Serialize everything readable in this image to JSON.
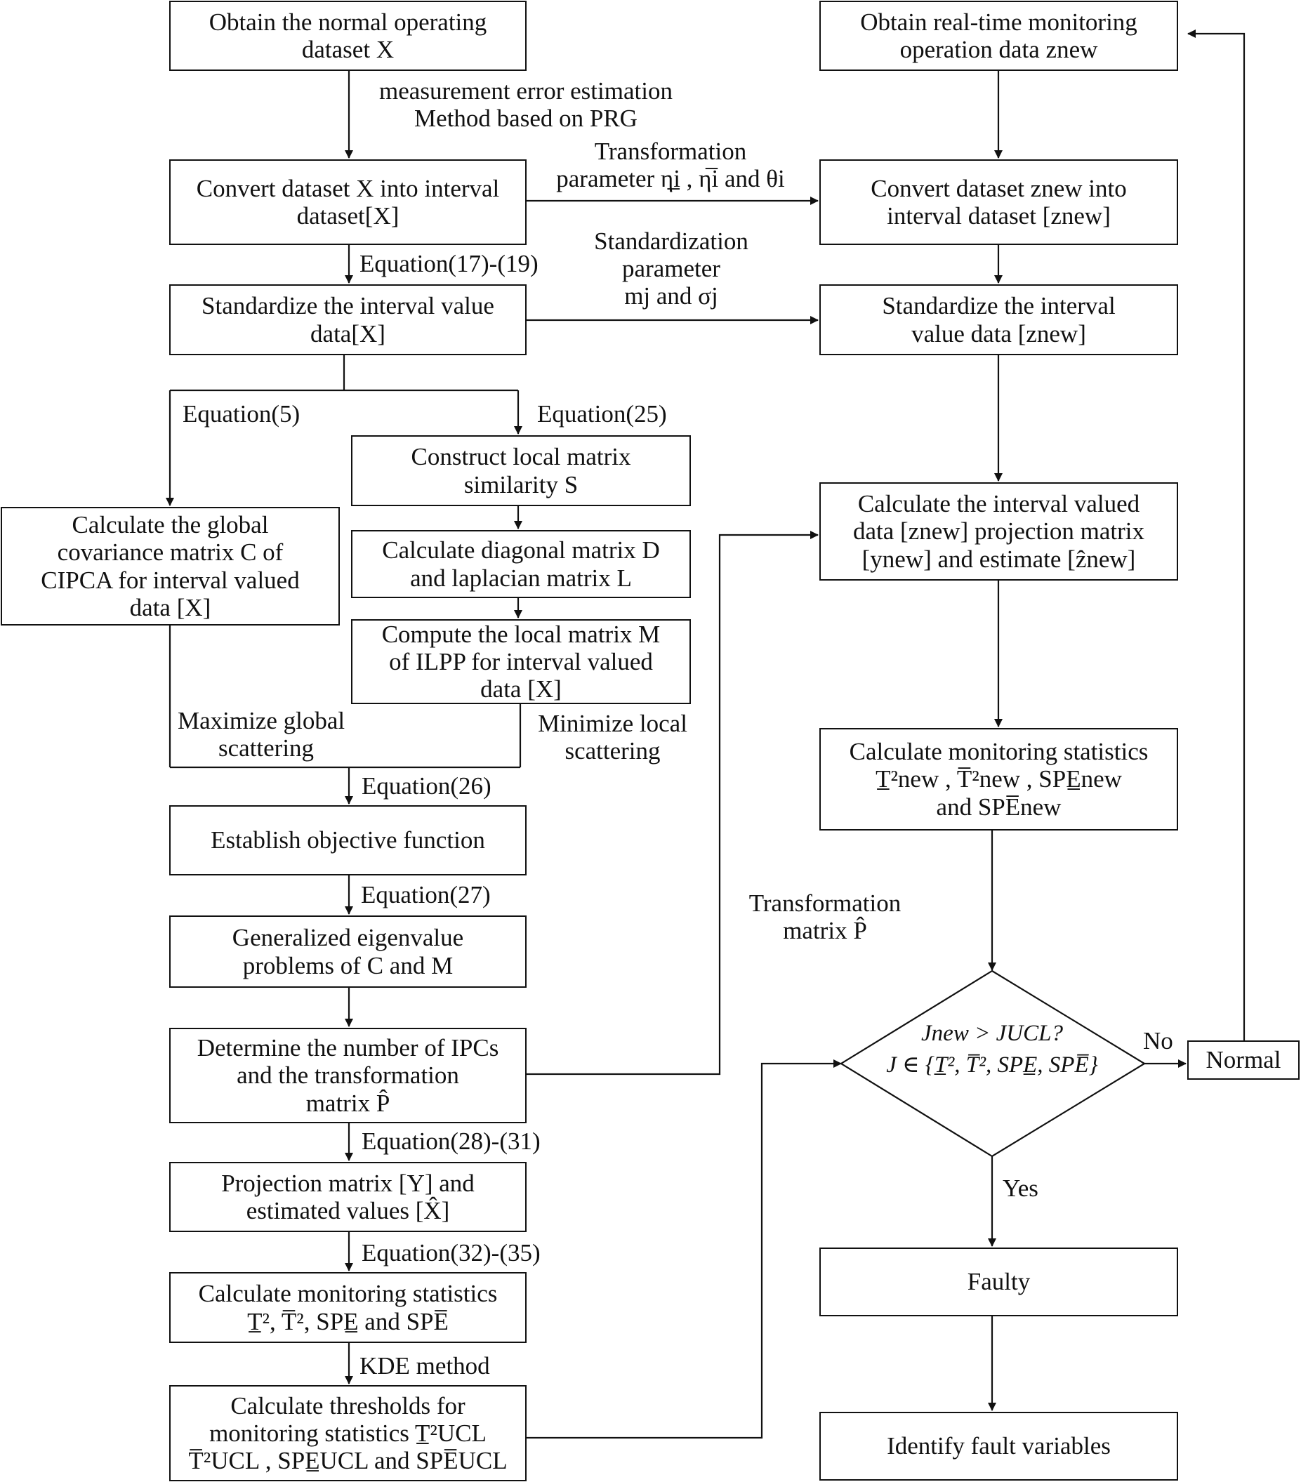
{
  "left_column": {
    "obtain_dataset": [
      "Obtain the normal operating",
      "dataset X"
    ],
    "convert_interval": [
      "Convert dataset X into interval",
      "dataset[X]"
    ],
    "standardize": [
      "Standardize the interval value",
      "data[X]"
    ],
    "global_covariance": [
      "Calculate the global",
      "covariance matrix C of",
      "CIPCA for interval valued",
      "data [X]"
    ],
    "construct_local": [
      "Construct local matrix",
      "similarity S"
    ],
    "diagonal_laplacian": [
      "Calculate diagonal matrix D",
      "and laplacian matrix L"
    ],
    "local_matrix_m": [
      "Compute the local matrix M",
      "of ILPP for interval valued",
      "data [X]"
    ],
    "objective_function": [
      "Establish objective function"
    ],
    "eigenvalue": [
      "Generalized eigenvalue",
      "problems of  C and M"
    ],
    "determine_ipcs": [
      "Determine the number of IPCs",
      "and the transformation",
      "matrix P̂"
    ],
    "projection": [
      "Projection matrix [Y] and",
      "estimated values [X̂]"
    ],
    "monitoring_stats": [
      "Calculate monitoring statistics",
      "T̲², T̅², SPE̲ and SPE̅"
    ],
    "thresholds": [
      "Calculate thresholds for",
      "monitoring statistics T̲²UCL",
      "T̅²UCL , SPE̲UCL and SPE̅UCL"
    ]
  },
  "right_column": {
    "obtain_realtime": [
      "Obtain real-time monitoring",
      "operation data znew"
    ],
    "convert_znew": [
      "Convert dataset znew into",
      "interval dataset [znew]"
    ],
    "standardize_znew": [
      "Standardize the interval",
      "value data [znew]"
    ],
    "projection_znew": [
      "Calculate the interval valued",
      "data [znew] projection matrix",
      "[ynew] and estimate [ẑnew]"
    ],
    "monitoring_znew": [
      "Calculate monitoring statistics",
      "T̲²new , T̅²new , SPE̲new",
      "and SPE̅new"
    ],
    "decision": [
      "Jnew > JUCL?",
      "J ∈ {T̲², T̅², SPE̲, SPE̅}"
    ],
    "normal": [
      "Normal"
    ],
    "faulty": [
      "Faulty"
    ],
    "identify": [
      "Identify fault variables"
    ]
  },
  "edge_labels": {
    "measurement_error": [
      "measurement error estimation",
      "Method based on PRG"
    ],
    "transformation_param": [
      "Transformation",
      "parameter η̲i , η̅i and  θi"
    ],
    "standardization_param": [
      "Standardization",
      "parameter",
      "mj  and  σj"
    ],
    "eq17_19": "Equation(17)-(19)",
    "eq5": "Equation(5)",
    "eq25": "Equation(25)",
    "maximize_global": [
      "Maximize global",
      "scattering"
    ],
    "minimize_local": [
      "Minimize local",
      "scattering"
    ],
    "eq26": "Equation(26)",
    "eq27": "Equation(27)",
    "eq28_31": "Equation(28)-(31)",
    "eq32_35": "Equation(32)-(35)",
    "kde": "KDE method",
    "transformation_matrix": [
      "Transformation",
      "matrix P̂"
    ],
    "no": "No",
    "yes": "Yes"
  }
}
